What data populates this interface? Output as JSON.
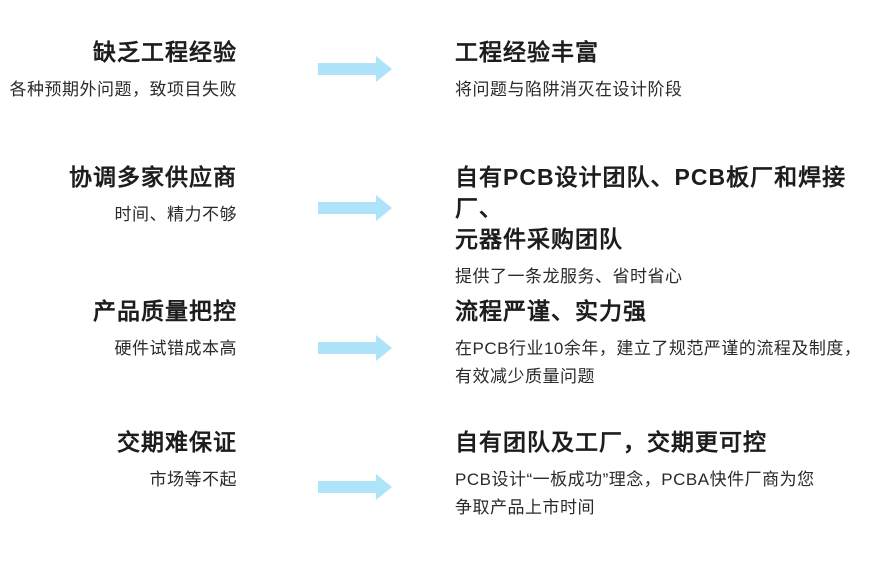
{
  "accent_color": "#aee4f9",
  "text_color": "#1d1d1d",
  "rows": [
    {
      "left": {
        "title": "缺乏工程经验",
        "subtitle": "各种预期外问题，致项目失败"
      },
      "right": {
        "title": "工程经验丰富",
        "subtitle": "将问题与陷阱消灭在设计阶段"
      }
    },
    {
      "left": {
        "title": "协调多家供应商",
        "subtitle": "时间、精力不够"
      },
      "right": {
        "title": "自有PCB设计团队、PCB板厂和焊接厂、\n元器件采购团队",
        "subtitle": "提供了一条龙服务、省时省心"
      }
    },
    {
      "left": {
        "title": "产品质量把控",
        "subtitle": "硬件试错成本高"
      },
      "right": {
        "title": "流程严谨、实力强",
        "subtitle": "在PCB行业10余年，建立了规范严谨的流程及制度，\n有效减少质量问题"
      }
    },
    {
      "left": {
        "title": "交期难保证",
        "subtitle": "市场等不起"
      },
      "right": {
        "title": "自有团队及工厂，交期更可控",
        "subtitle": "PCB设计“一板成功”理念，PCBA快件厂商为您\n争取产品上市时间"
      }
    }
  ]
}
